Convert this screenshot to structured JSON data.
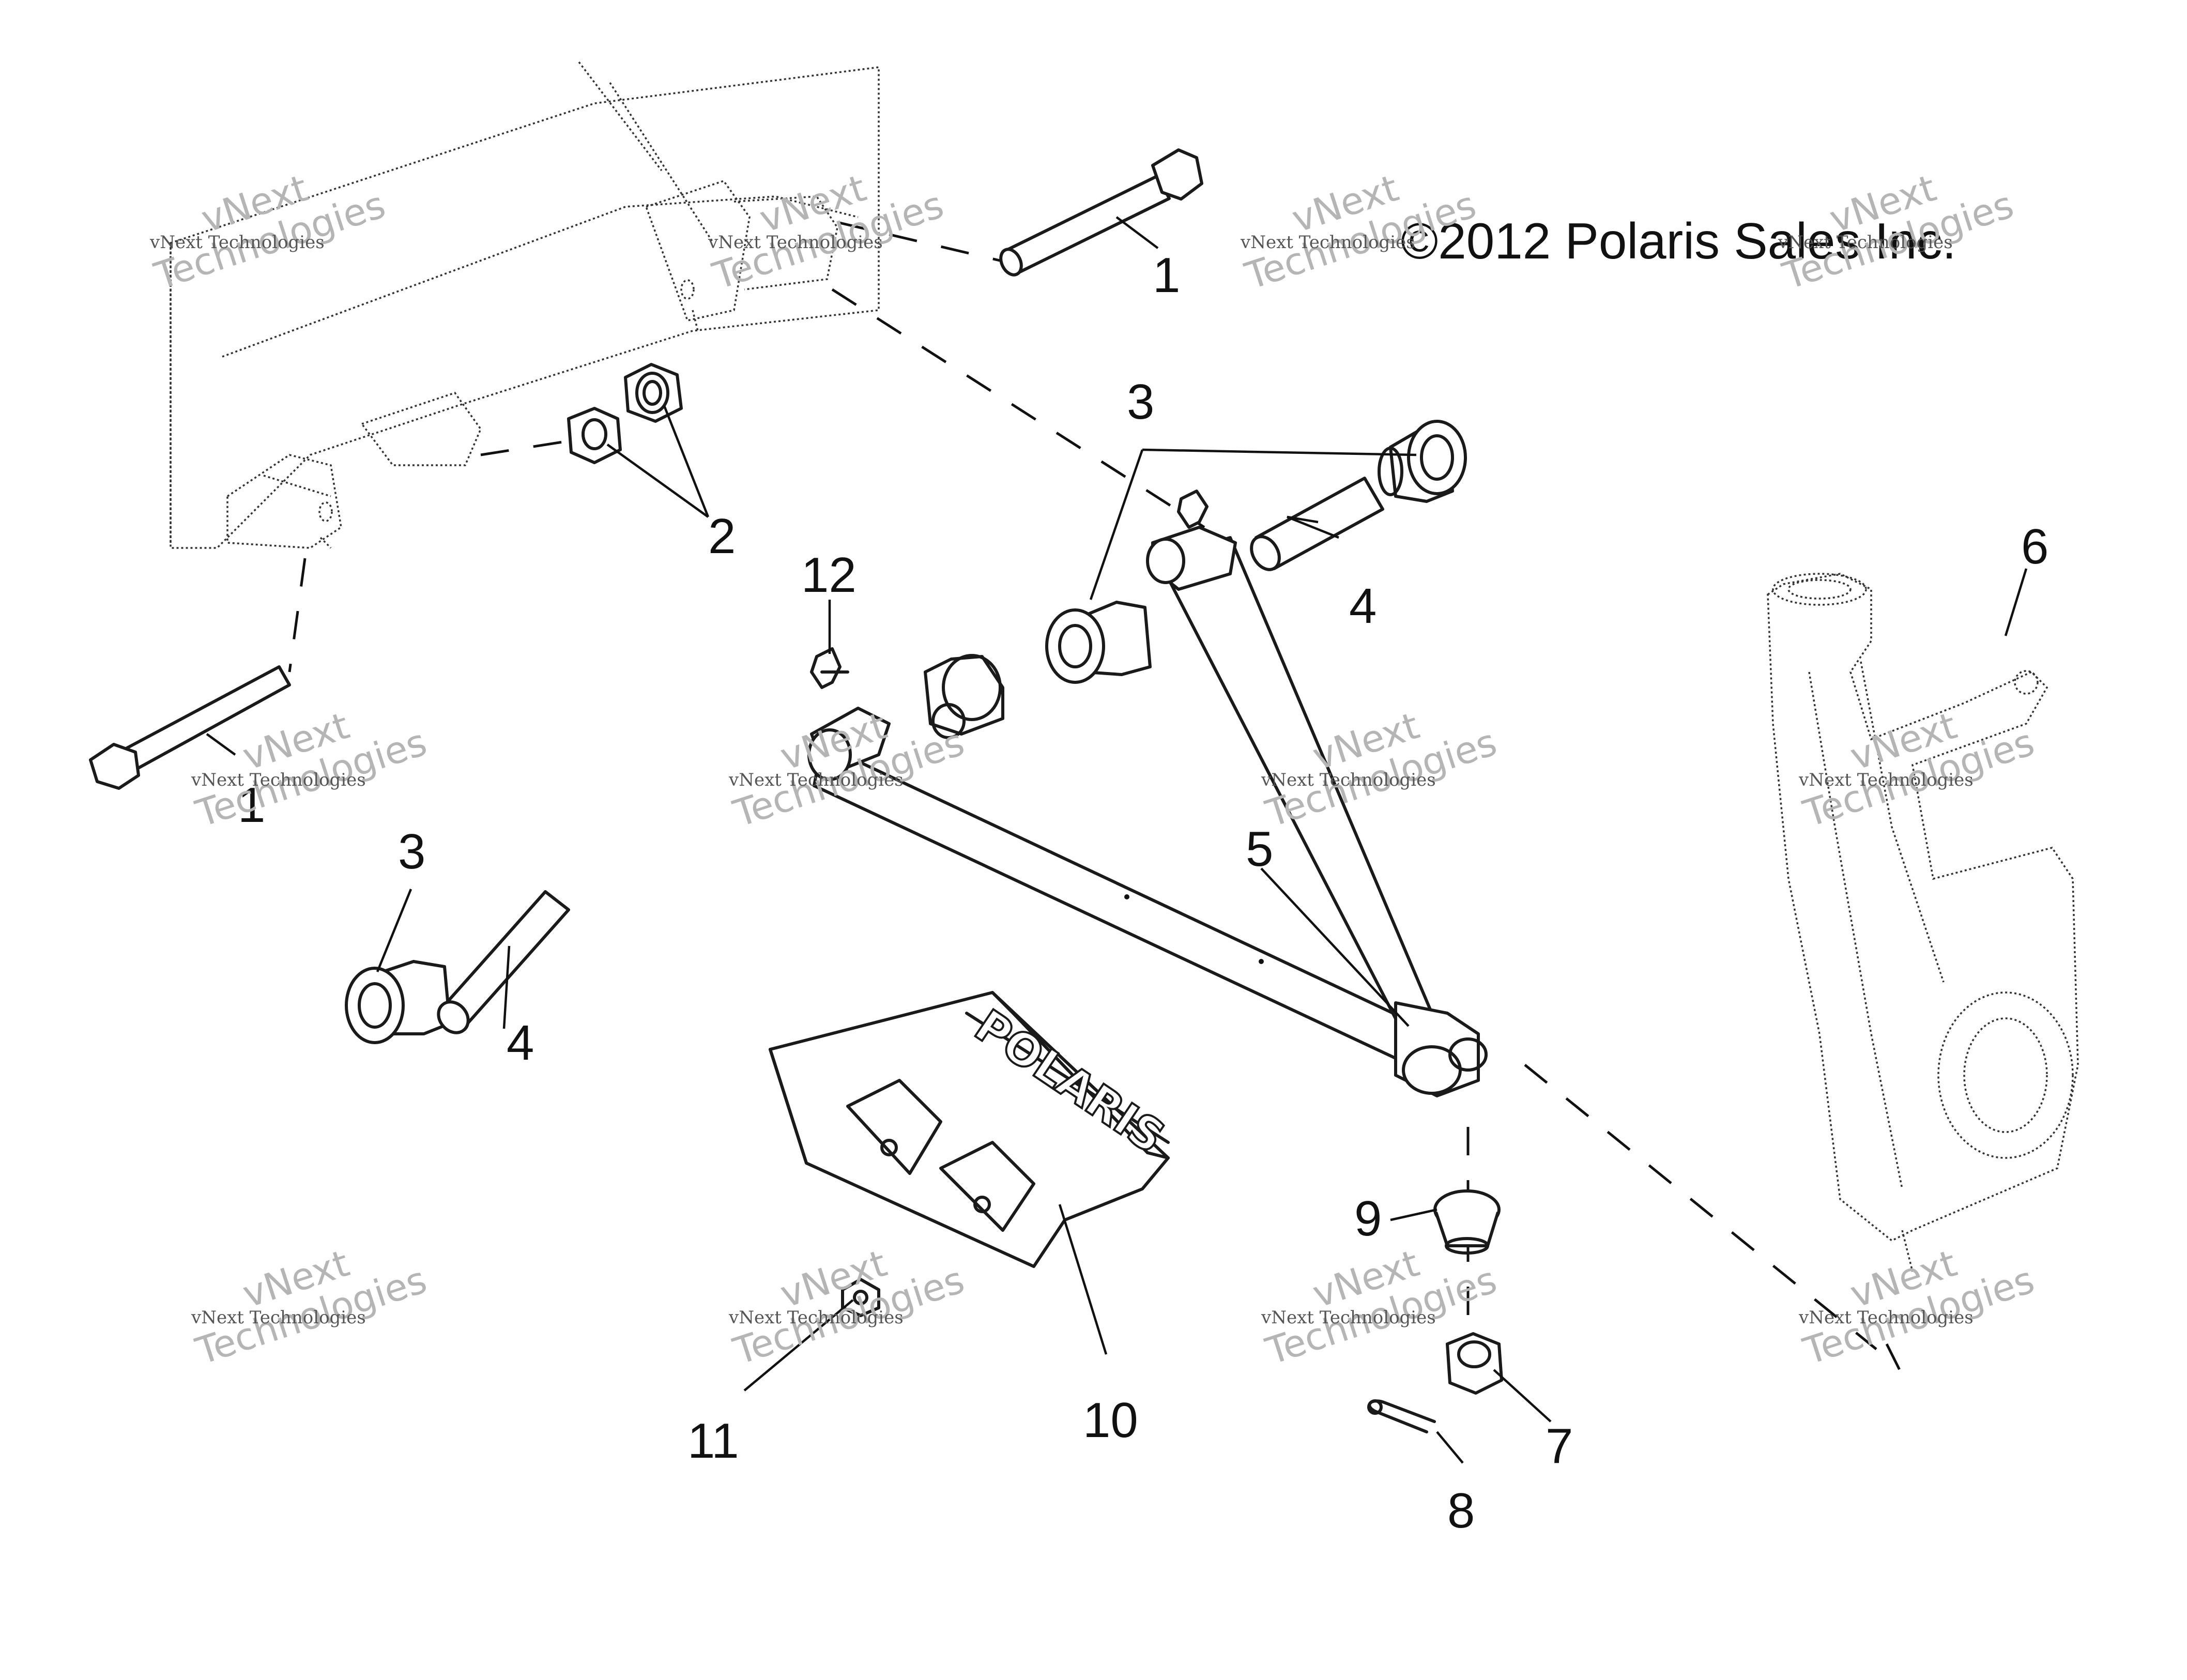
{
  "copyright": "©2012 Polaris Sales Inc.",
  "watermark": {
    "line1": "vNext Technologies",
    "line2": "vNext",
    "line3": "Technologies"
  },
  "logo_text": "POLARIS",
  "callouts": {
    "c1a": "1",
    "c1b": "1",
    "c2": "2",
    "c3a": "3",
    "c3b": "3",
    "c4a": "4",
    "c4b": "4",
    "c5": "5",
    "c6": "6",
    "c7": "7",
    "c8": "8",
    "c9": "9",
    "c10": "10",
    "c11": "11",
    "c12": "12"
  }
}
